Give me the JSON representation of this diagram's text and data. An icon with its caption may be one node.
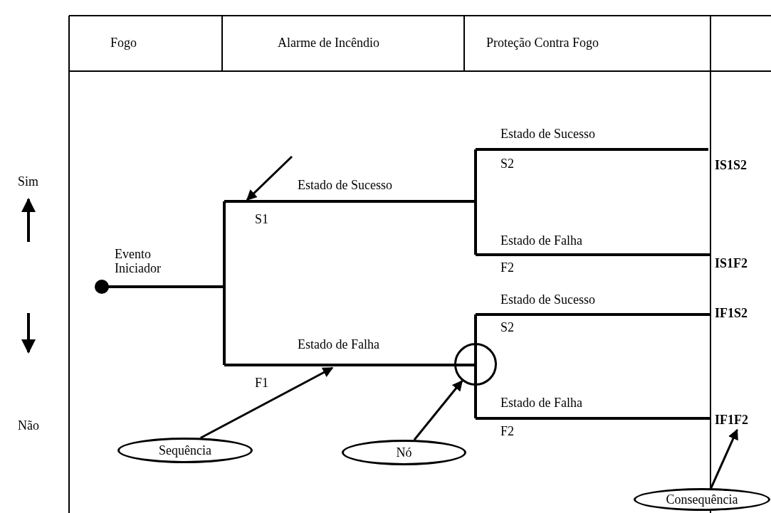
{
  "diagram": {
    "nodes": [
      {
        "text": [
          "IS1S2"
        ]
      },
      {
        "text": [
          "IS1F2"
        ]
      },
      {
        "text": [
          "IF1S2"
        ]
      },
      {
        "text": [
          "IF1F2"
        ]
      },
      {
        "text": [],
        "shape": "circle"
      },
      {
        "text": [
          "Sequência"
        ]
      },
      {
        "text": [
          "Nó"
        ]
      },
      {
        "text": [
          "Consequência"
        ]
      }
    ],
    "edges": [
      {
        "from": 5,
        "to": null,
        "arrow": "to"
      },
      {
        "from": 6,
        "to": 4,
        "arrow": "to"
      },
      {
        "from": 7,
        "to": 3,
        "arrow": "to"
      }
    ],
    "labels": [
      "Fogo",
      "Alarme de Incêndio",
      "Proteção Contra Fogo",
      "Sim",
      "Estado de Sucesso",
      "S2",
      "Estado de Sucesso",
      "S1",
      "Evento Iniciador",
      "Estado de Falha",
      "F2",
      "Estado de Sucesso",
      "S2",
      "Não",
      "Estado de Falha",
      "F1",
      "Estado de Falha",
      "F2"
    ]
  }
}
